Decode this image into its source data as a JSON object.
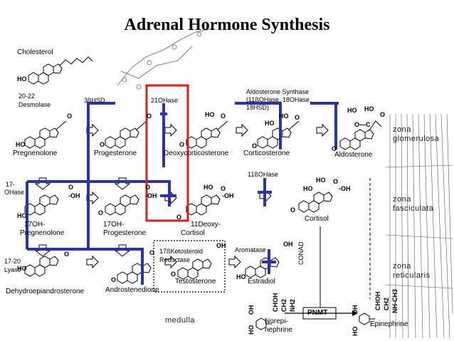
{
  "title": "Adrenal Hormone Synthesis",
  "molecules": {
    "cholesterol": "Cholesterol",
    "pregnenolone": "Pregnenolone",
    "progesterone": "Progesterone",
    "deoxycorticosterone": "Deoxycorticosterone",
    "corticosterone": "Corticosterone",
    "aldosterone": "Aldosterone",
    "oh17_pregnenolone_1": "17OH-",
    "oh17_pregnenolone_2": "Pregnenolone",
    "oh17_progesterone_1": "17OH-",
    "oh17_progesterone_2": "Progesterone",
    "deoxycortisol_1": "11Deoxy-",
    "deoxycortisol_2": "Cortisol",
    "cortisol": "Cortisol",
    "dhea": "Dehydroepiandrosterone",
    "androstenedione": "Androstenedione",
    "testosterone": "Testosterone",
    "estradiol": "Estradiol",
    "norepinephrine_1": "Norepi-",
    "norepinephrine_2": "nephrine",
    "epinephrine": "Epinephrine"
  },
  "enzymes": {
    "desmolase_1": "20-22",
    "desmolase_2": "Desmolase",
    "hsd3b": "3ßHSD",
    "oh21": "21OHase",
    "aldo_synthase_1": "Aldosterone Synthase",
    "aldo_synthase_2": "(11ßOHase, 18OHase,",
    "aldo_synthase_3": "18HSD)",
    "oh11b": "11ßOHase",
    "oh17_1": "17-",
    "oh17_2": "OHase",
    "lyase_1": "17-20",
    "lyase_2": "Lyase",
    "ketosteroid_1": "17ßKetosteroid",
    "ketosteroid_2": "Reductase",
    "aromatase": "Aromatase",
    "pnmt": "PNMT",
    "conad": "CONAD"
  },
  "zones": {
    "glomerulosa_1": "zona",
    "glomerulosa_2": "glomerulosa",
    "fasciculata_1": "zona",
    "fasciculata_2": "fasciculata",
    "reticularis_1": "zona",
    "reticularis_2": "reticularis",
    "medulla": "medulla"
  },
  "groups": {
    "ho": "HO",
    "o": "O",
    "oh": "OH",
    "oh_dash": "-OH",
    "ho_c": "O—C",
    "choh": "CHOH",
    "ch2": "CH2",
    "nh2": "NH2",
    "nhch3": "NH-CH3"
  },
  "colors": {
    "arrow_blue": "#2b33a8",
    "box_red": "#d81e1e",
    "ink": "#000000"
  }
}
